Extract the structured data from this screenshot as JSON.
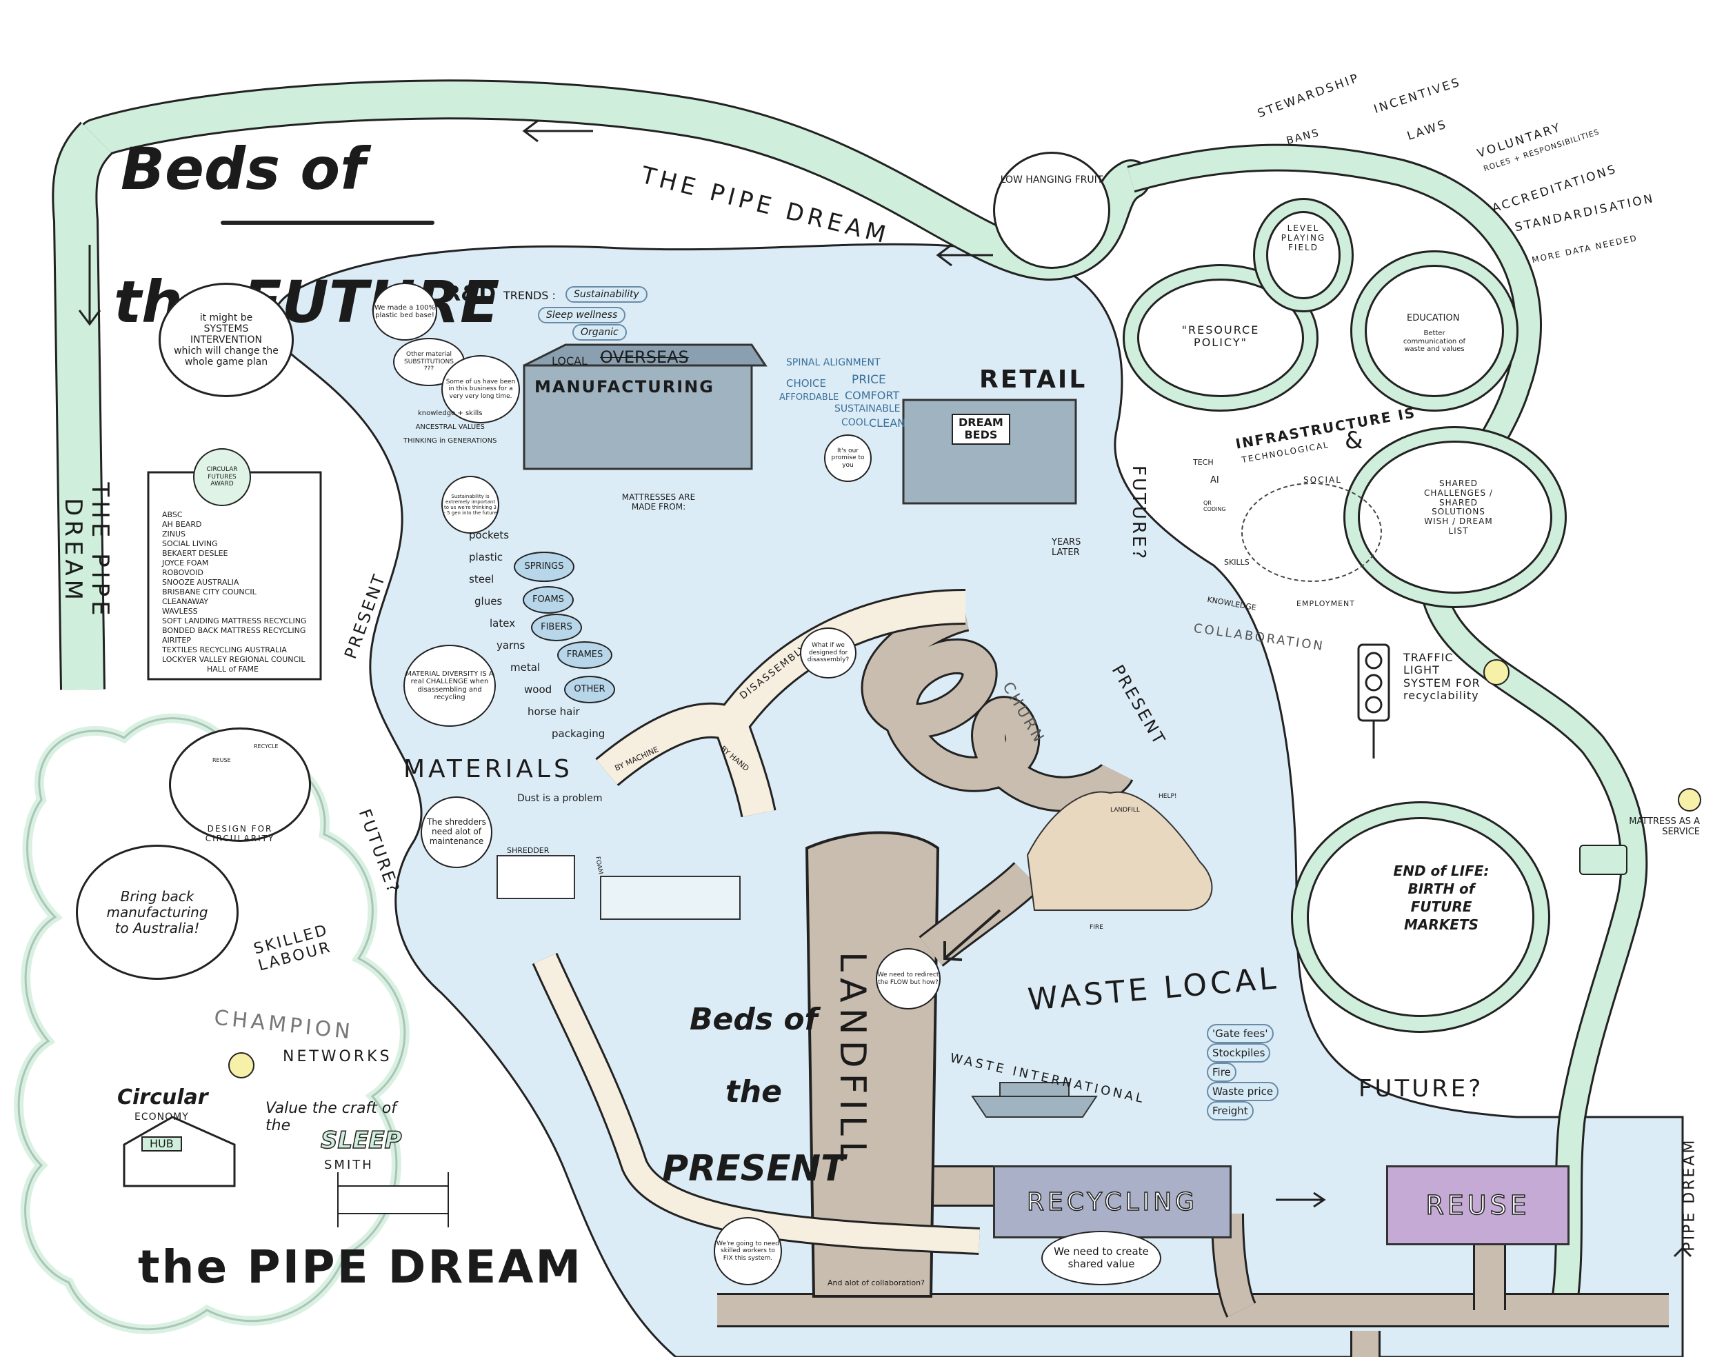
{
  "colors": {
    "water": "#dcecf6",
    "pipe_green": "#cfeedb",
    "pipe_stroke": "#2c2c2c",
    "landfill": "#c9bdb0",
    "recycling": "#a9b0c8",
    "reuse": "#c4aad4",
    "factory": "#9fb3c1"
  },
  "title": {
    "line1": "Beds of",
    "line2": "the FUTURE"
  },
  "pipe": {
    "top_label": "THE PIPE DREAM",
    "left_label": "THE PIPE DREAM",
    "right_label": "PIPE DREAM",
    "bottom_label": "the PIPE DREAM"
  },
  "systems_bubble": "it might be\nSYSTEMS\nINTERVENTION\nwhich will change the\nwhole game plan",
  "hall_of_fame": {
    "badge": "CIRCULAR\nFUTURES\nAWARD",
    "items": [
      "ABSC",
      "AH BEARD",
      "ZINUS",
      "SOCIAL LIVING",
      "BEKAERT DESLEE",
      "JOYCE FOAM",
      "ROBOVOID",
      "SNOOZE AUSTRALIA",
      "BRISBANE CITY COUNCIL",
      "CLEANAWAY",
      "WAVLESS",
      "SOFT LANDING MATTRESS RECYCLING",
      "BONDED BACK MATTRESS RECYCLING",
      "AIRITEP",
      "TEXTILES RECYCLING AUSTRALIA",
      "LOCKYER VALLEY REGIONAL COUNCIL"
    ],
    "footer": "HALL of FAME"
  },
  "rd": {
    "label": "R&D",
    "trends_label": "TRENDS :",
    "trends": [
      "Sustainability",
      "Sleep wellness",
      "Organic"
    ],
    "speech1": "We made a 100% plastic bed base!",
    "speech2": "Other material SUBSTITUTIONS\n???",
    "speech3": "Some of us have been in this business for a very very long time.",
    "notes": "knowledge + skills\nANCESTRAL VALUES\nTHINKING in GENERATIONS",
    "speech4": "Sustainability is extremely important to us we're thinking 3 - 5 gen into the future"
  },
  "manufacturing": {
    "local": "LOCAL",
    "overseas": "OVERSEAS",
    "label": "MANUFACTURING"
  },
  "retail": {
    "label": "RETAIL",
    "store": "DREAM\nBEDS",
    "words": [
      "SPINAL ALIGNMENT",
      "CHOICE",
      "PRICE",
      "AFFORDABLE",
      "COMFORT",
      "SUSTAINABLE",
      "COOL",
      "CLEAN"
    ],
    "promise": "It's our promise to you",
    "years_later": "YEARS\nLATER"
  },
  "materials": {
    "heading": "MATERIALS",
    "made_from": "MATTRESSES ARE MADE FROM:",
    "list": [
      "pockets",
      "plastic",
      "steel",
      "glues",
      "latex",
      "yarns",
      "metal",
      "wood",
      "horse hair",
      "packaging"
    ],
    "groups": [
      "SPRINGS",
      "FOAMS",
      "FIBERS",
      "FRAMES",
      "OTHER"
    ],
    "diversity": "MATERIAL DIVERSITY IS A real CHALLENGE when disassembling and recycling"
  },
  "flow": {
    "present": "PRESENT",
    "future": "FUTURE?",
    "disassembly": "DISASSEMBLY",
    "by_machine": "BY MACHINE",
    "by_hand": "BY HAND",
    "churn": "CHURN",
    "disassembly_q": "What if we designed for disassembly?"
  },
  "shredder": {
    "speech": "The shredders need alot of maintenance",
    "dust": "Dust is a problem",
    "label": "SHREDDER",
    "bin": "FOAM"
  },
  "present_title": {
    "line1": "Beds of",
    "line2": "the",
    "line3": "PRESENT"
  },
  "landfill": {
    "label": "LANDFILL",
    "redirect": "We need to redirect the FLOW but how?",
    "collab": "And alot of collaboration?",
    "tip": "LANDFILL",
    "help": "HELP!",
    "fire": "FIRE"
  },
  "waste": {
    "local": "WASTE LOCAL",
    "international": "WASTE INTERNATIONAL",
    "issues": [
      "'Gate fees'",
      "Stockpiles",
      "Fire",
      "Waste price",
      "Freight"
    ]
  },
  "recycling": {
    "label": "RECYCLING",
    "reuse": "REUSE",
    "shared_value": "We need to create shared value",
    "fix": "We're going to need skilled workers to FIX this system."
  },
  "policy": {
    "low_fruit": "LOW HANGING FRUIT",
    "level": "LEVEL PLAYING FIELD",
    "resource": "\"RESOURCE POLICY\"",
    "education": "EDUCATION",
    "education_sub": "Better communication of waste and values",
    "branches": [
      "STEWARDSHIP",
      "BANS",
      "INCENTIVES",
      "LAWS",
      "VOLUNTARY",
      "ROLES + RESPONSIBILITIES",
      "ACCREDITATIONS",
      "STANDARDISATION",
      "MORE DATA NEEDED"
    ]
  },
  "infra": {
    "title": "INFRASTRUCTURE IS",
    "sub": "TECHNOLOGICAL",
    "amp": "&",
    "social": "SOCIAL",
    "labels": [
      "TECH",
      "AI",
      "QR CODING",
      "SKILLS",
      "EMPLOYMENT",
      "KNOWLEDGE",
      "COLLABORATION"
    ]
  },
  "shared": "SHARED CHALLENGES / SHARED SOLUTIONS\nWISH / DREAM LIST",
  "traffic": "TRAFFIC LIGHT SYSTEM FOR recyclability",
  "maas": "MATTRESS AS A SERVICE",
  "eol": "END of LIFE:\nBIRTH of FUTURE\nMARKETS",
  "left_future": {
    "design": "DESIGN FOR CIRCULARITY",
    "reuse": "REUSE",
    "recycle": "RECYCLE",
    "bring_back": "Bring back\nmanufacturing\nto Australia!",
    "skilled": "SKILLED\nLABOUR",
    "champion": "CHAMPION",
    "networks": "NETWORKS",
    "hub_title": "Circular",
    "hub_eco": "ECONOMY",
    "hub": "HUB",
    "craft": "Value the craft of\nthe",
    "sleep": "SLEEP",
    "smith": "SMITH"
  }
}
